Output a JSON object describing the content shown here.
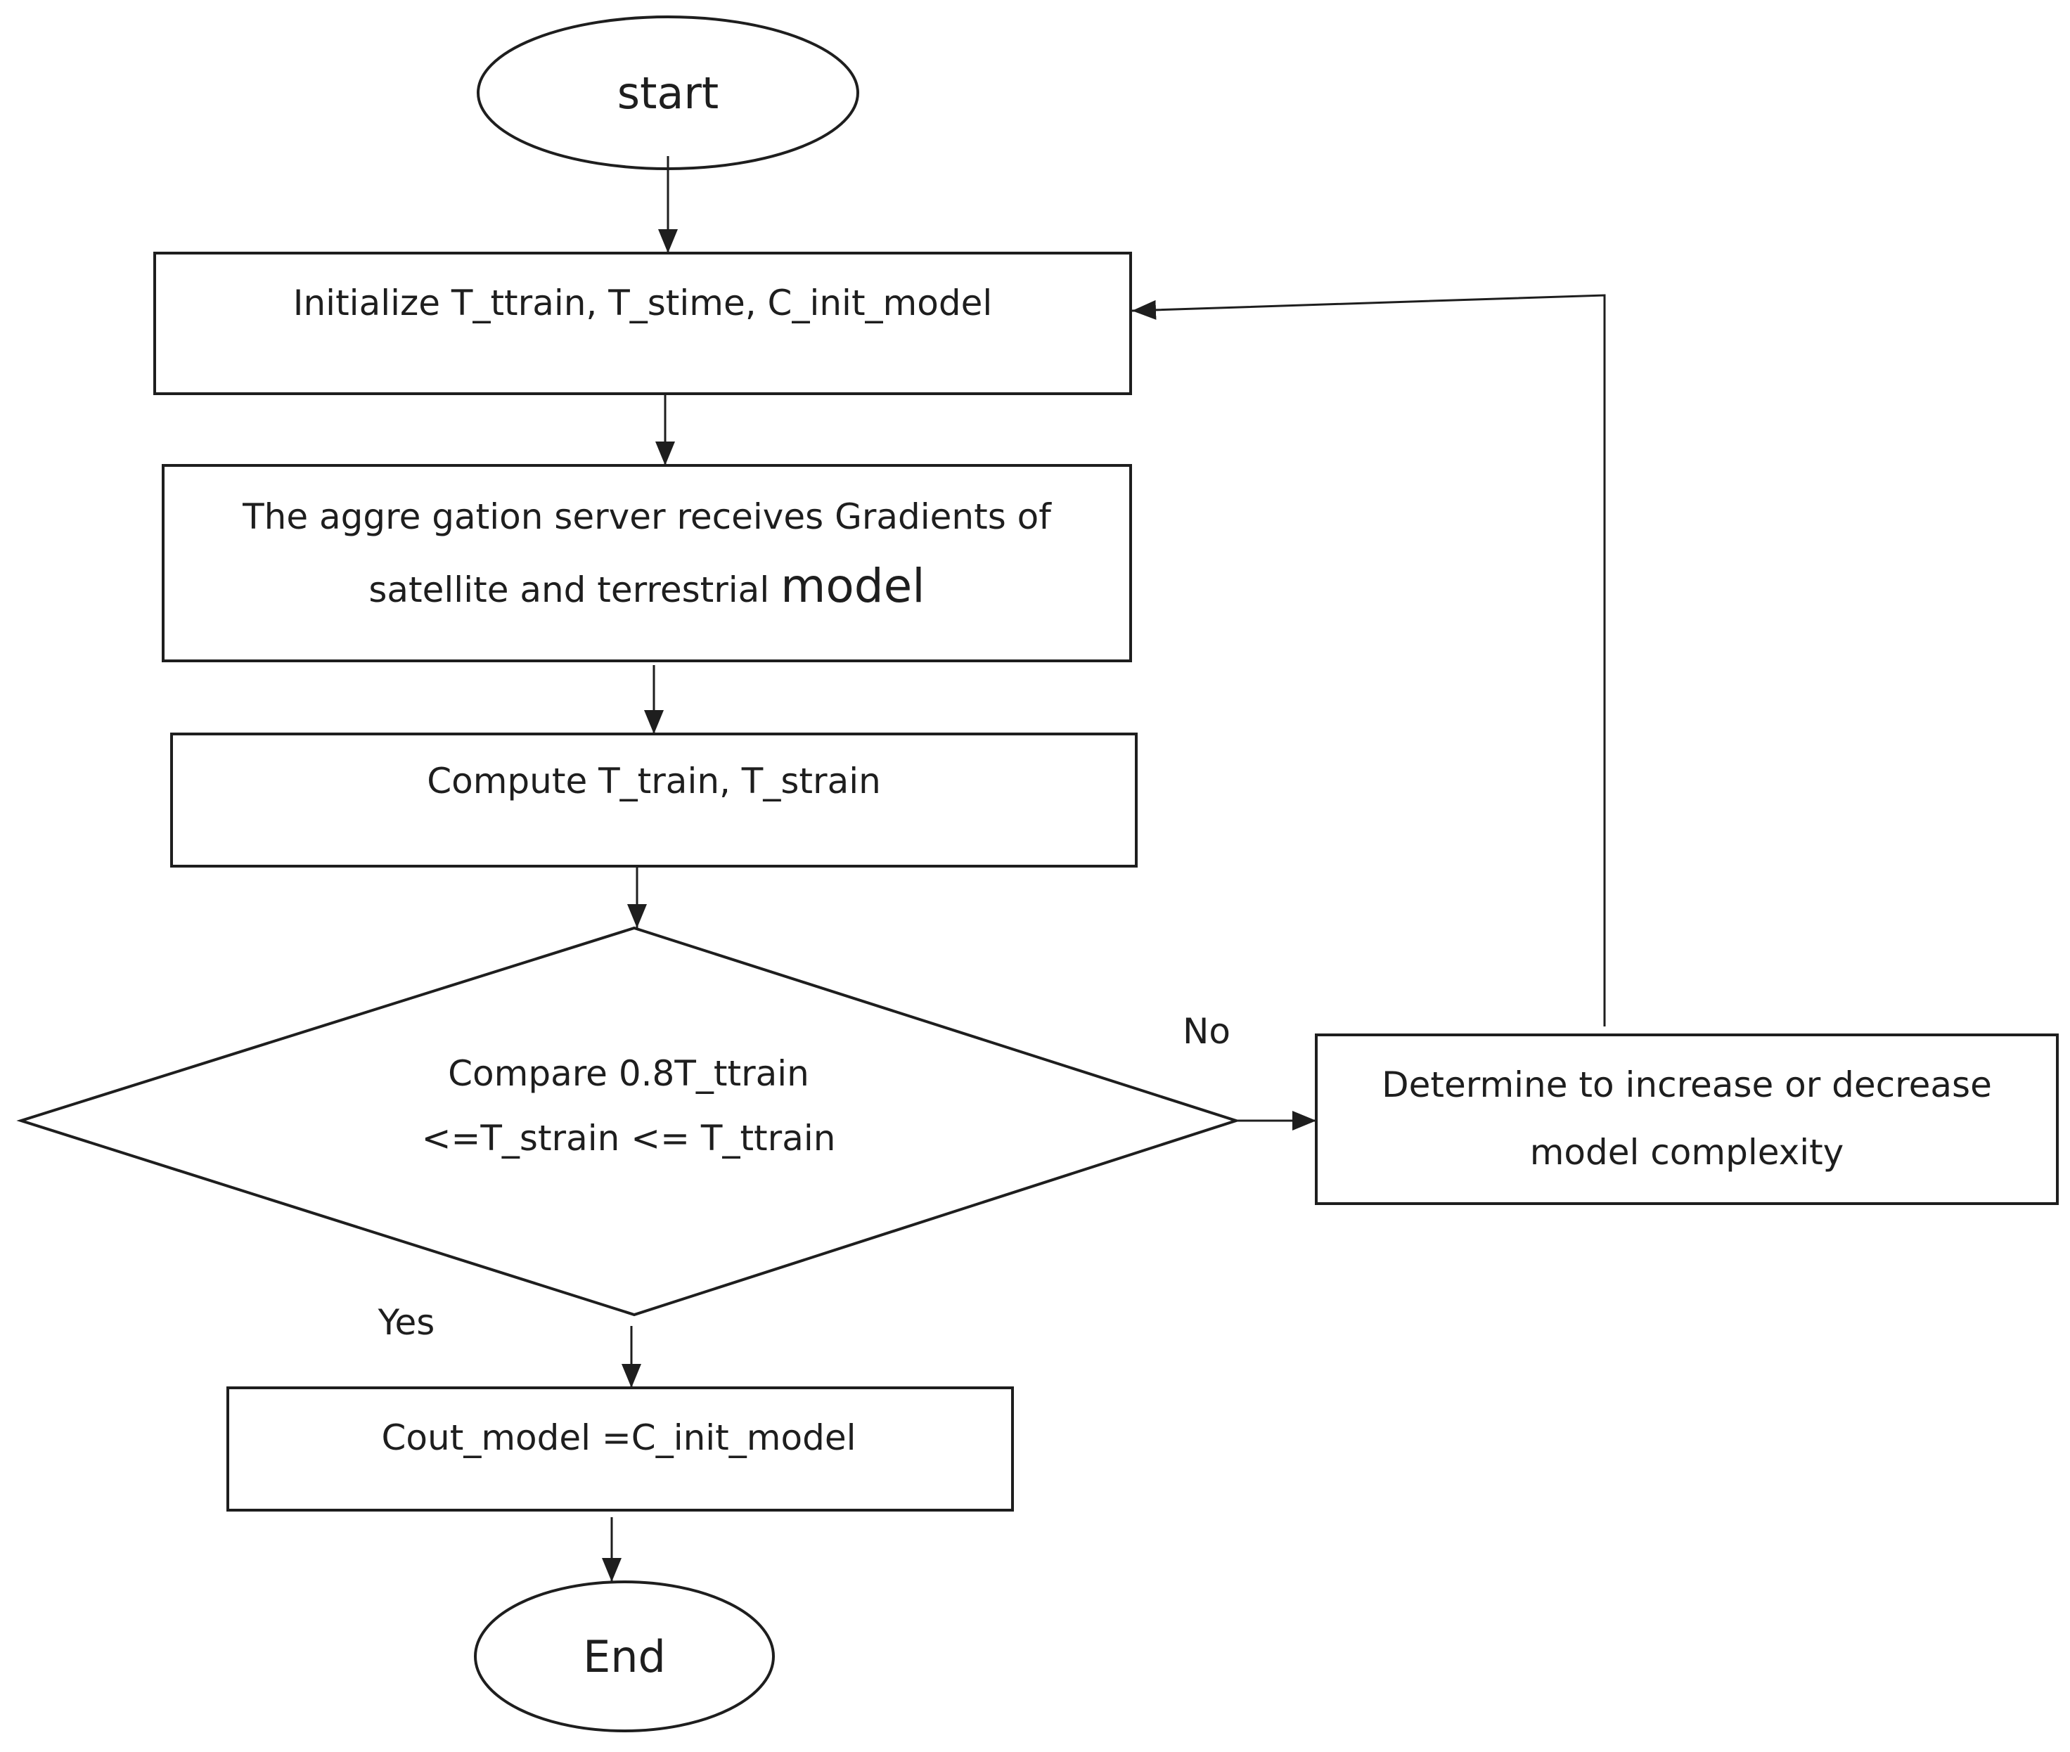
{
  "nodes": {
    "start": {
      "text": "start"
    },
    "init": {
      "text": "Initialize T_ttrain, T_stime, C_init_model"
    },
    "receive": {
      "line1": "The aggre gation server receives Gradients of",
      "line2_a": "satellite and terrestrial ",
      "line2_b": "model"
    },
    "compute": {
      "text": "Compute T_train, T_strain"
    },
    "compare": {
      "line1": "Compare 0.8T_ttrain",
      "line2": "<=T_strain <= T_ttrain"
    },
    "determine": {
      "line1": "Determine to increase or decrease",
      "line2": "model complexity"
    },
    "assign": {
      "text": "Cout_model =C_init_model"
    },
    "end": {
      "text": "End"
    }
  },
  "edges": {
    "no_label": "No",
    "yes_label": "Yes"
  },
  "colors": {
    "stroke": "#1e1e1e",
    "background": "#ffffff"
  }
}
